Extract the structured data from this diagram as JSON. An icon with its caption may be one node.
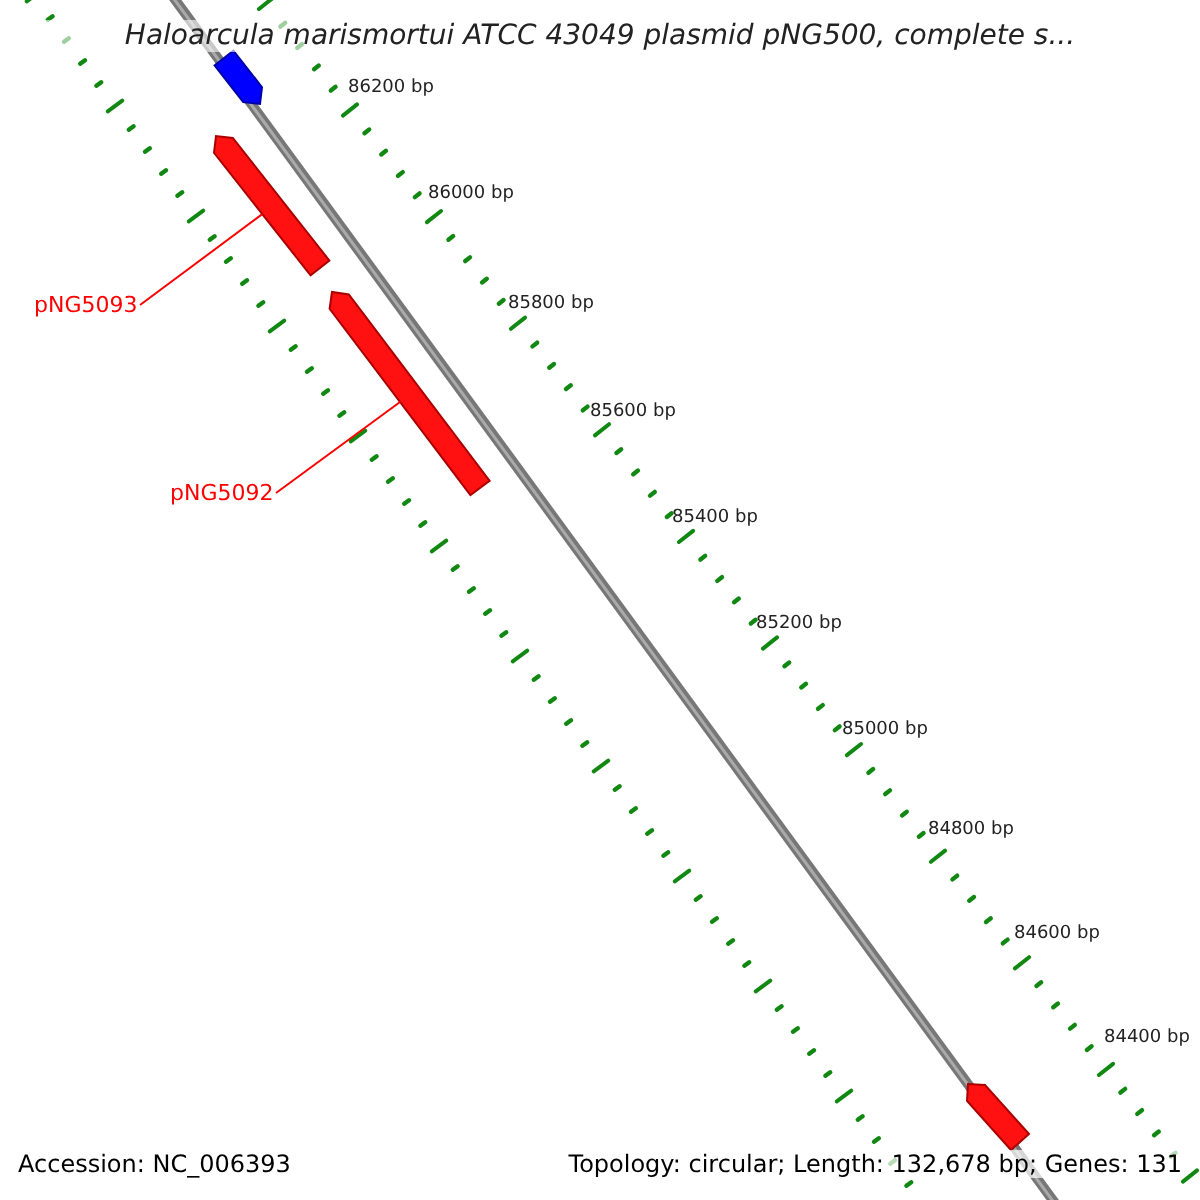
{
  "diagram": {
    "title": "Haloarcula marismortui ATCC 43049 plasmid pNG500, complete s...",
    "nodes": [
      {
        "text": [
          "pNG5093"
        ]
      },
      {
        "text": [
          "pNG5092"
        ]
      },
      {
        "text": [],
        "shape": "bar"
      },
      {
        "text": [],
        "shape": "bar"
      },
      {
        "text": [],
        "shape": "bar"
      },
      {
        "text": [],
        "shape": "bar"
      }
    ],
    "edges": [
      {
        "from": 0,
        "to": 3,
        "arrow": "none"
      },
      {
        "from": 1,
        "to": 4,
        "arrow": "none"
      }
    ],
    "labels": [
      "86200 bp",
      "86000 bp",
      "85800 bp",
      "85600 bp",
      "85400 bp",
      "85200 bp",
      "85000 bp",
      "84800 bp",
      "84600 bp",
      "84400 bp",
      "Accession: NC_006393",
      "Topology: circular; Length: 132,678 bp; Genes: 131"
    ]
  }
}
